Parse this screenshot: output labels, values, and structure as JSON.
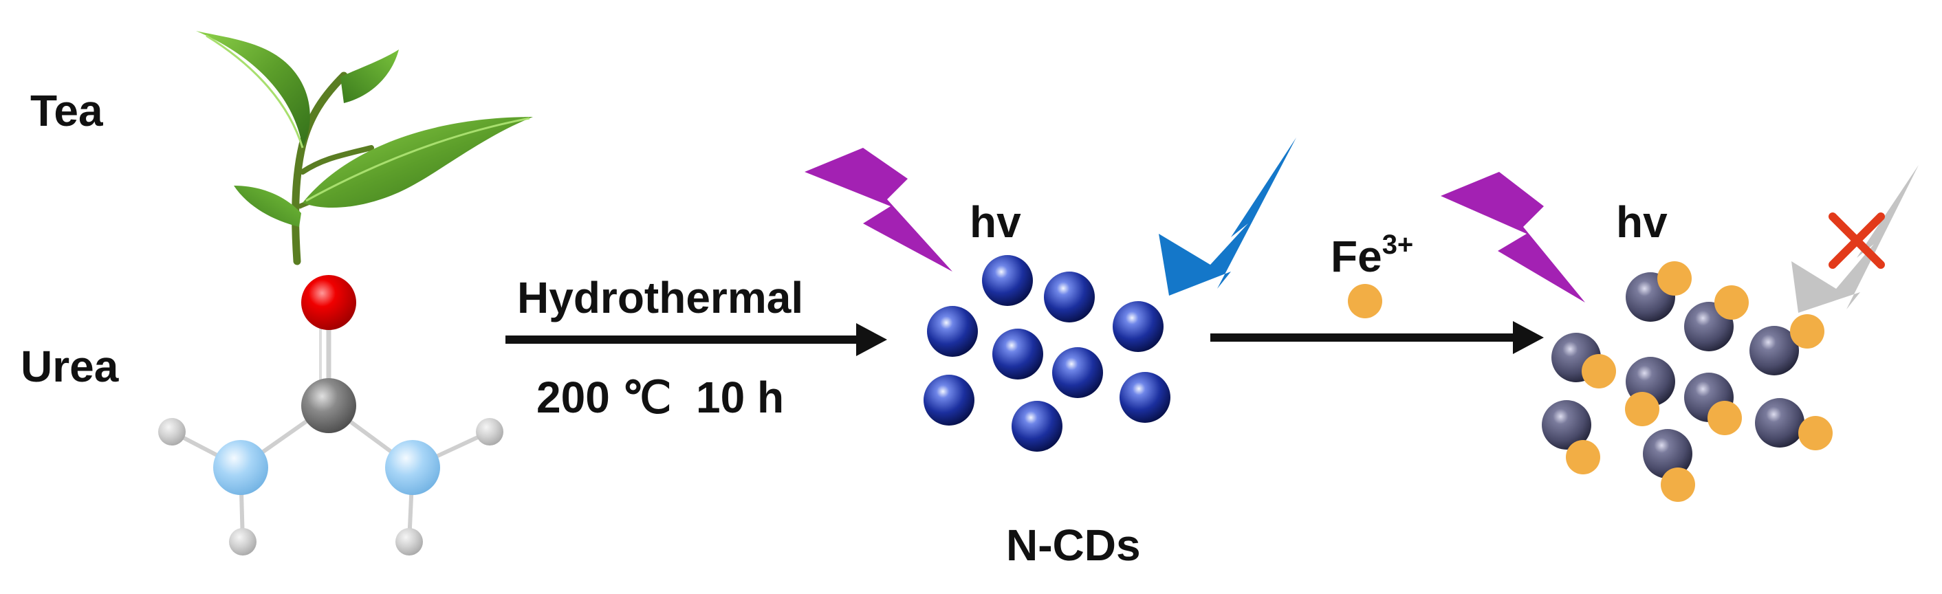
{
  "labels": {
    "tea": "Tea",
    "urea": "Urea",
    "step1_reagent": "Hydrothermal",
    "step1_conditions": "200 ℃  10 h",
    "hv_1": "hv",
    "hv_2": "hv",
    "product": "N-CDs",
    "ion_base": "Fe",
    "ion_charge": "3+"
  },
  "colors": {
    "leaf": "#5f9e2a",
    "oxygen": "#e00000",
    "carbon": "#8a8a8a",
    "nitrogen": "#9fd0f5",
    "hydrogen": "#cccccc",
    "ncd_dot": "#1a2f9c",
    "quenched_dot": "#4e4f6e",
    "fe_ion": "#f2ae45",
    "excitation_flash": "#a321b3",
    "emission_flash": "#1477c9",
    "quenched_flash": "#c4c4c4",
    "cross": "#e23a1a",
    "arrow": "#111111"
  },
  "icons": {
    "leaf": "tea-leaf-icon",
    "molecule": "urea-molecule-icon",
    "excitation": "lightning-bolt-icon",
    "emission": "lightning-bolt-icon",
    "quenched": "crossed-lightning-icon"
  }
}
